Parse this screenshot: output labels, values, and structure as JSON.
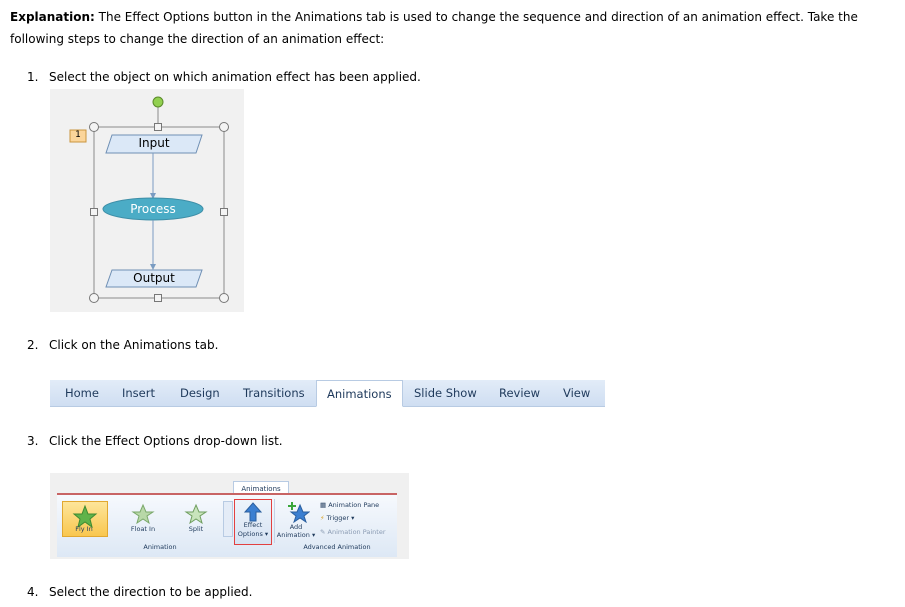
{
  "intro": {
    "bold_label": "Explanation:",
    "text": " The Effect Options button in the Animations tab is used to change the sequence and direction of an animation effect. Take the following steps to change the direction of an animation effect:"
  },
  "steps": [
    {
      "num": "1.",
      "text": "Select the object on which animation effect has been applied."
    },
    {
      "num": "2.",
      "text": "Click on the Animations tab."
    },
    {
      "num": "3.",
      "text": "Click the Effect Options drop-down list."
    },
    {
      "num": "4.",
      "text": "Select the direction to be applied."
    }
  ],
  "flowchart": {
    "badge": "1",
    "input": "Input",
    "process": "Process",
    "output": "Output",
    "colors": {
      "process_fill": "#4bacc6",
      "box_fill": "#dbe8f7",
      "handle_green": "#92d050"
    }
  },
  "ribbon_tabs": {
    "items": [
      "Home",
      "Insert",
      "Design",
      "Transitions",
      "Animations",
      "Slide Show",
      "Review",
      "View"
    ],
    "active": "Animations"
  },
  "animation_ribbon": {
    "tab_label": "Animations",
    "fly_in": "Fly In",
    "float_in": "Float In",
    "split": "Split",
    "effect_line1": "Effect",
    "effect_line2": "Options ▾",
    "add_line1": "Add",
    "add_line2": "Animation ▾",
    "animation_pane": "Animation Pane",
    "trigger": "Trigger ▾",
    "animation_painter": "Animation Painter",
    "group_animation": "Animation",
    "group_advanced": "Advanced Animation"
  }
}
